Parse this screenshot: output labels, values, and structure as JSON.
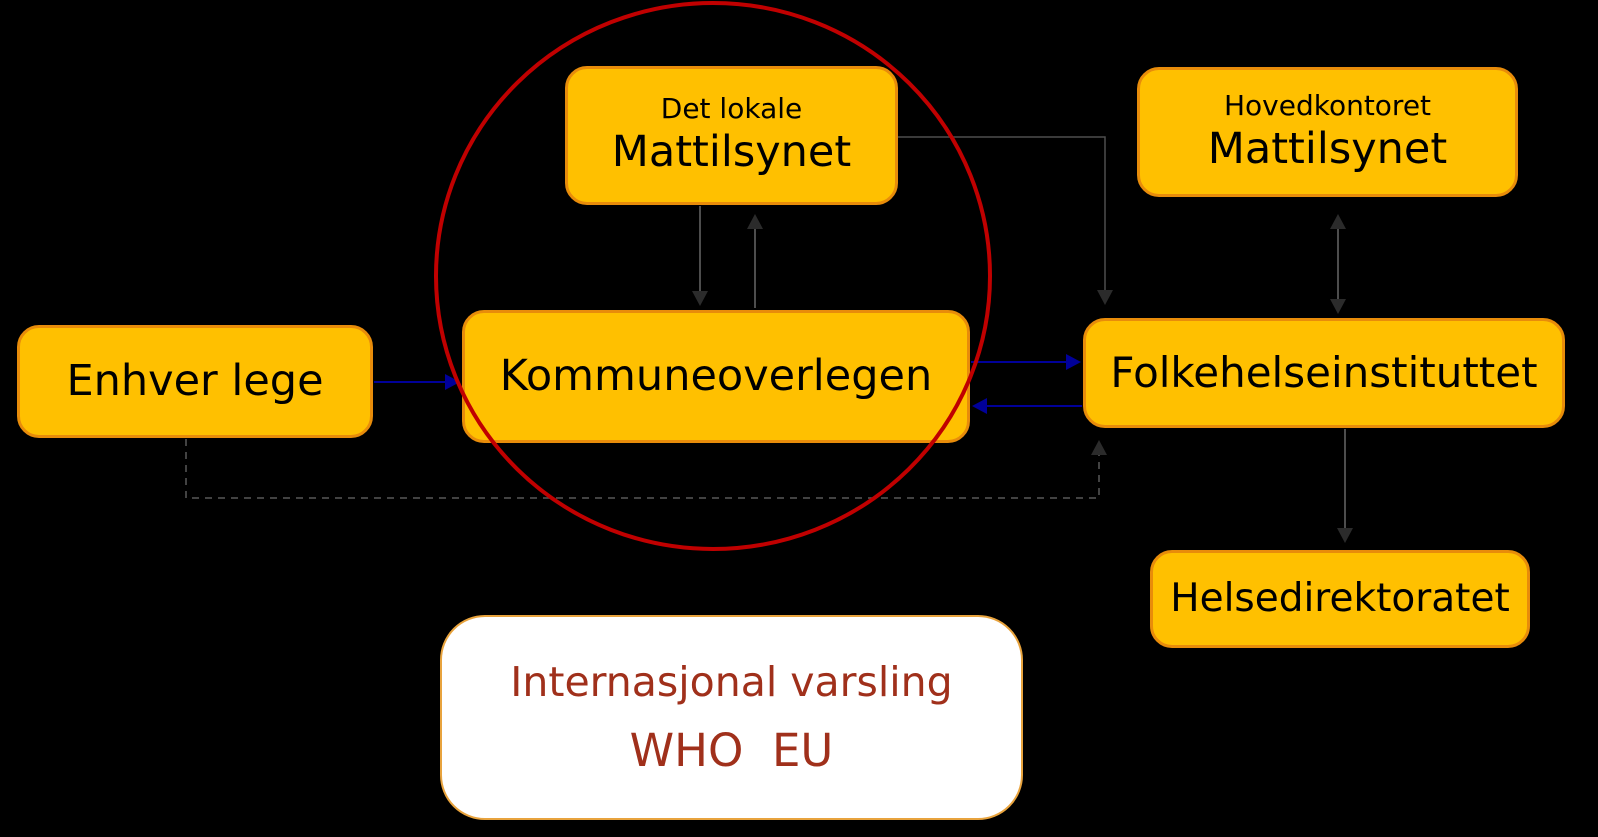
{
  "colors": {
    "background": "#000000",
    "node_fill": "#FFC000",
    "node_border": "#E88C0A",
    "highlight_circle": "#C00000",
    "notify_arrow": "#000099",
    "flow_line": "#4D4D4D",
    "flow_head": "#2B2B2B",
    "dashed_line": "#595959",
    "international_fill": "#FFFFFF",
    "international_text": "#A0301B"
  },
  "nodes": {
    "det_lokale": {
      "line1": "Det lokale",
      "line2": "Mattilsynet"
    },
    "hovedkontoret": {
      "line1": "Hovedkontoret",
      "line2": "Mattilsynet"
    },
    "enhver_lege": {
      "label": "Enhver lege"
    },
    "kommuneoverlegen": {
      "label": "Kommuneoverlegen"
    },
    "folkehelseinstituttet": {
      "label": "Folkehelseinstituttet"
    },
    "helsedirektoratet": {
      "label": "Helsedirektoratet"
    },
    "internasjonal": {
      "line1": "Internasjonal varsling",
      "line2": "WHO  EU"
    }
  }
}
